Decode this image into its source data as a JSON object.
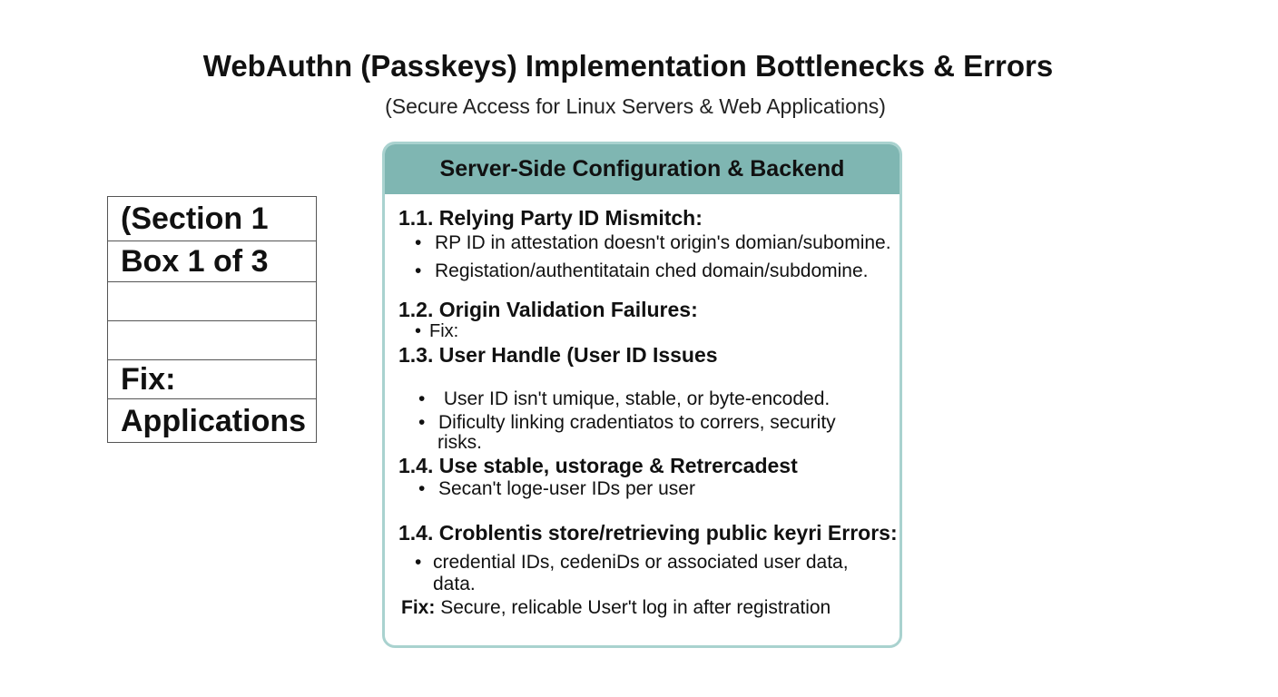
{
  "title": "WebAuthn (Passkeys) Implementation Bottlenecks & Errors",
  "subtitle": "(Secure Access for Linux Servers & Web Applications)",
  "side_table": {
    "rows": [
      "(Section 1",
      "Box 1 of 3",
      "",
      "",
      "Fix:",
      "Applications"
    ]
  },
  "card": {
    "header": "Server-Side Configuration & Backend",
    "sections": [
      {
        "heading": "1.1. Relying Party ID Mismitch:",
        "bullets": [
          "RP ID in attestation doesn't origin's domian/subomine.",
          "Registation/authentitatain ched domain/subdomine."
        ]
      },
      {
        "heading": "1.2.  Origin Validation Failures:",
        "bullets": [
          "Fix:"
        ]
      },
      {
        "heading": "1.3. User Handle (User ID  Issues",
        "bullets": [
          " User ID isn't umique, stable, or byte-encoded.",
          "Dificulty linking cradentiatos to corrers, security",
          "risks."
        ]
      },
      {
        "heading": "1.4.  Use stable, ustorage & Retrercadest",
        "bullets": [
          "Secan't loge-user IDs per user"
        ]
      },
      {
        "heading": "1.4. Croblentis store/retrieving public keyri Errors:",
        "bullets": [
          "credential IDs, cedeniDs or associated user data,",
          "data."
        ]
      }
    ],
    "fix_label": "Fix:",
    "fix_text": "Secure, relicable User't log in after registration",
    "bullet_char": "•"
  }
}
